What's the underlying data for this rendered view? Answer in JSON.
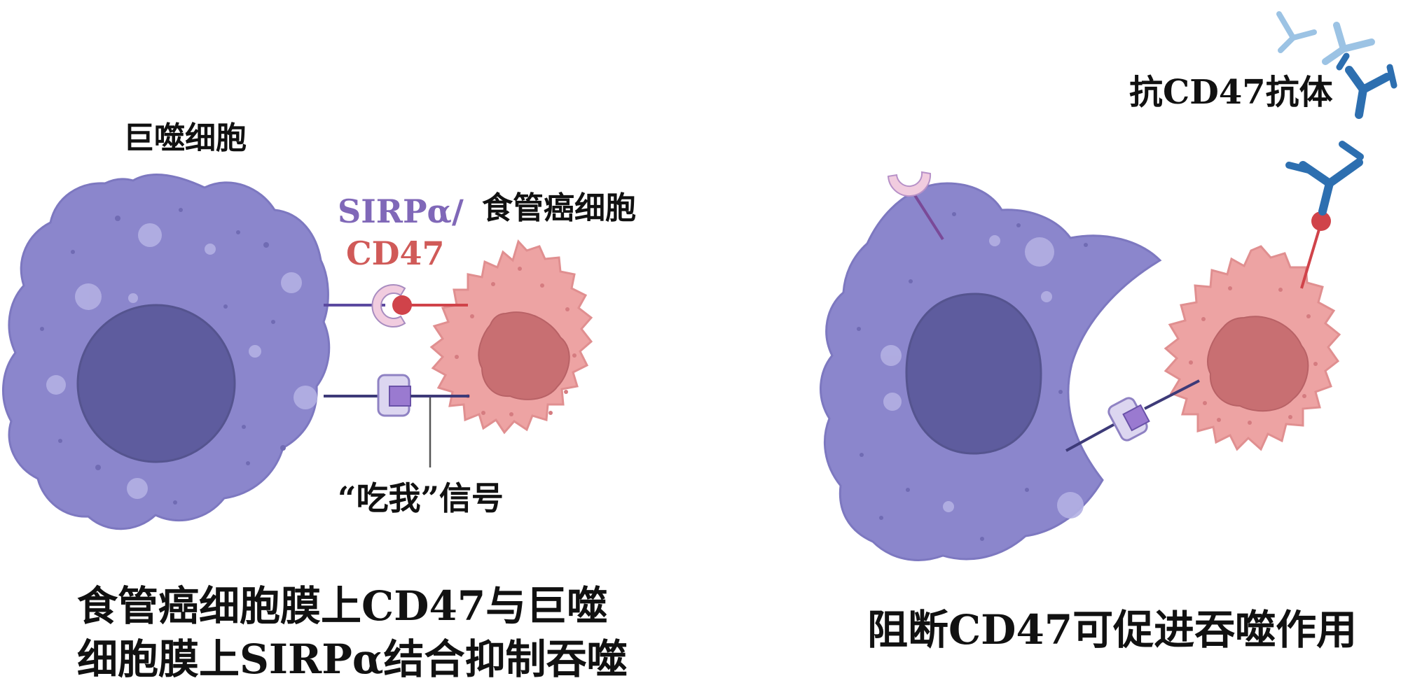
{
  "labels": {
    "macrophage": "巨噬细胞",
    "sirpa": "SIRPα/",
    "cd47": "CD47",
    "cancer_cell": "食管癌细胞",
    "eat_me_signal": "“吃我”信号",
    "antibody": "抗CD47抗体"
  },
  "captions": {
    "left_line1": "食管癌细胞膜上CD47与巨噬",
    "left_line2": "细胞膜上SIRPα结合抑制吞噬",
    "right": "阻断CD47可促进吞噬作用"
  },
  "colors": {
    "macrophage": "#8b86cc",
    "macrophage_nucleus": "#5e5c9e",
    "cancer_cell": "#eda3a3",
    "cancer_nucleus": "#c86f72",
    "cd47_receptor": "#d0434a",
    "sirpa_receptor": "#f1ccdf",
    "antibody": "#2d6fb0",
    "antibody_light": "#9cc3e4",
    "eat_me_receptor": "#9a7ad0"
  }
}
